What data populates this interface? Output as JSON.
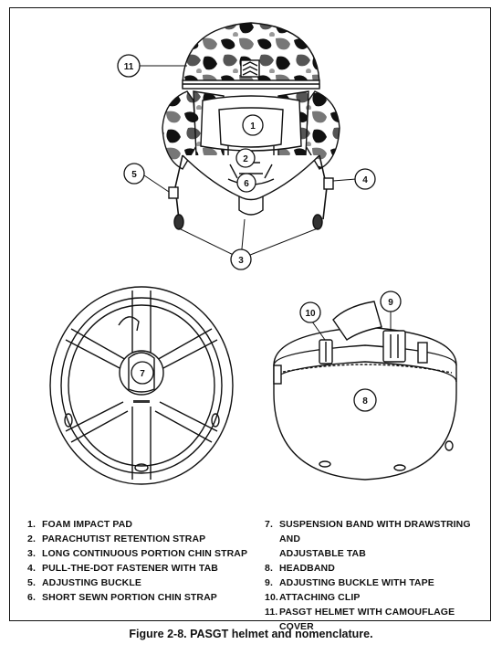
{
  "callouts": {
    "c1": "1",
    "c2": "2",
    "c3": "3",
    "c4": "4",
    "c5": "5",
    "c6": "6",
    "c7": "7",
    "c8": "8",
    "c9": "9",
    "c10": "10",
    "c11": "11"
  },
  "legend": {
    "left": [
      {
        "num": "1.",
        "text": "FOAM IMPACT PAD"
      },
      {
        "num": "2.",
        "text": "PARACHUTIST RETENTION STRAP"
      },
      {
        "num": "3.",
        "text": "LONG CONTINUOUS PORTION CHIN STRAP"
      },
      {
        "num": "4.",
        "text": "PULL-THE-DOT FASTENER WITH TAB"
      },
      {
        "num": "5.",
        "text": "ADJUSTING BUCKLE"
      },
      {
        "num": "6.",
        "text": "SHORT SEWN PORTION CHIN STRAP"
      }
    ],
    "right": [
      {
        "num": "7.",
        "text": "SUSPENSION BAND WITH DRAWSTRING AND"
      },
      {
        "num": "",
        "text": "ADJUSTABLE TAB"
      },
      {
        "num": "8.",
        "text": "HEADBAND"
      },
      {
        "num": "9.",
        "text": "ADJUSTING BUCKLE WITH TAPE"
      },
      {
        "num": "10.",
        "text": "ATTACHING CLIP"
      },
      {
        "num": "11.",
        "text": "PASGT HELMET WITH CAMOUFLAGE COVER"
      }
    ]
  },
  "caption": "Figure 2-8. PASGT helmet and nomenclature."
}
